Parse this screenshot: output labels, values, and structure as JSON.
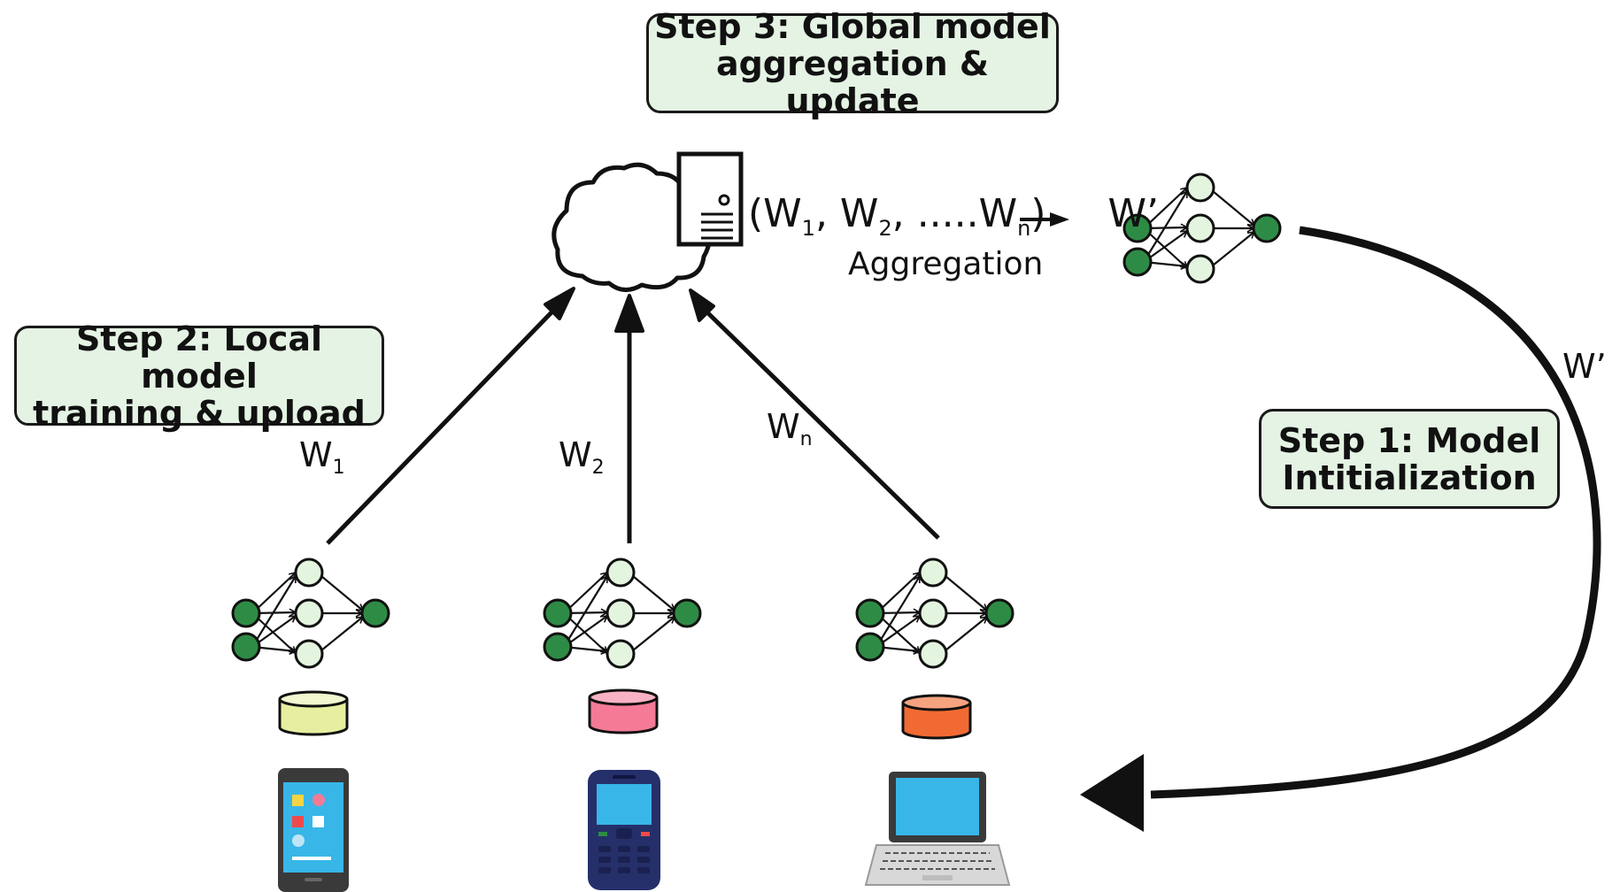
{
  "steps": {
    "step3": {
      "line1": "Step 3: Global model",
      "line2": "aggregation & update"
    },
    "step2": {
      "line1": "Step 2: Local model",
      "line2": "training & upload"
    },
    "step1": {
      "line1": "Step 1: Model",
      "line2": "Intitialization"
    }
  },
  "weights": {
    "w1": {
      "base": "W",
      "sub": "1"
    },
    "w2": {
      "base": "W",
      "sub": "2"
    },
    "wn": {
      "base": "W",
      "sub": "n"
    },
    "w_prime": "W’"
  },
  "aggregation": {
    "open": "(W",
    "s1": "1",
    "sep1": ", W",
    "s2": "2",
    "sep2": ", .....W",
    "sn": "n",
    "close": ")",
    "result": "W’",
    "label": "Aggregation"
  },
  "colors": {
    "node_dark": "#2e8b45",
    "node_light": "#e3f4df",
    "step_box_fill": "#e4f3e3",
    "db_phone": "#e6efa0",
    "db_feature_phone": "#f47a96",
    "db_laptop": "#f26a33",
    "screen_blue": "#38b6e8",
    "phone_body": "#3a3a3a",
    "feature_phone_body": "#25306a"
  },
  "icons": [
    "cloud-icon",
    "server-icon",
    "neural-network-icon",
    "database-icon",
    "smartphone-icon",
    "feature-phone-icon",
    "laptop-icon"
  ]
}
